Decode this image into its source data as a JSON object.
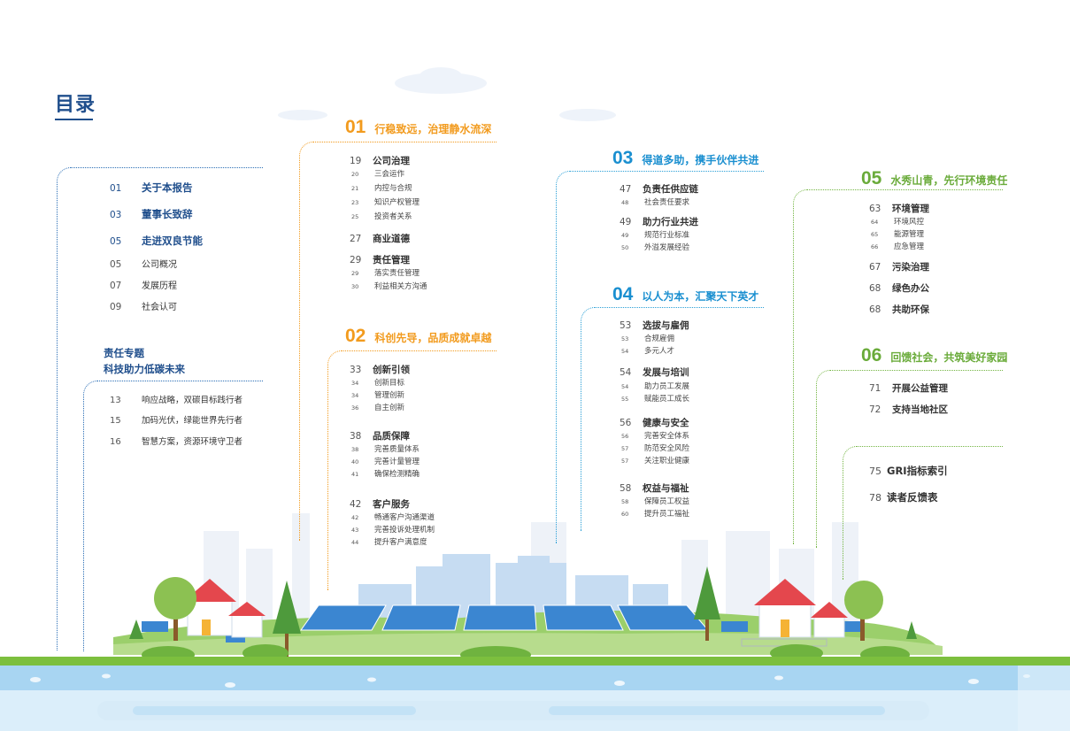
{
  "page": {
    "title": "目录"
  },
  "left": {
    "items": [
      {
        "page": "01",
        "title": "关于本报告",
        "style": "main"
      },
      {
        "page": "03",
        "title": "董事长致辞",
        "style": "main"
      },
      {
        "page": "05",
        "title": "走进双良节能",
        "style": "main"
      },
      {
        "page": "05",
        "title": "公司概况",
        "style": "sub"
      },
      {
        "page": "07",
        "title": "发展历程",
        "style": "sub"
      },
      {
        "page": "09",
        "title": "社会认可",
        "style": "sub"
      }
    ],
    "special_title_1": "责任专题",
    "special_title_2": "科技助力低碳未来",
    "special_items": [
      {
        "page": "13",
        "title": "响应战略，双碳目标践行者"
      },
      {
        "page": "15",
        "title": "加码光伏，绿能世界先行者"
      },
      {
        "page": "16",
        "title": "智慧方案，资源环境守卫者"
      }
    ]
  },
  "sections": [
    {
      "num": "01",
      "title": "行稳致远，治理静水流深",
      "color": "#f29b1e",
      "groups": [
        {
          "page": "19",
          "title": "公司治理",
          "subs": [
            {
              "page": "20",
              "title": "三会运作"
            },
            {
              "page": "21",
              "title": "内控与合规"
            },
            {
              "page": "23",
              "title": "知识产权管理"
            },
            {
              "page": "25",
              "title": "投资者关系"
            }
          ]
        },
        {
          "page": "27",
          "title": "商业道德",
          "subs": []
        },
        {
          "page": "29",
          "title": "责任管理",
          "subs": [
            {
              "page": "29",
              "title": "落实责任管理"
            },
            {
              "page": "30",
              "title": "利益相关方沟通"
            }
          ]
        }
      ]
    },
    {
      "num": "02",
      "title": "科创先导，品质成就卓越",
      "color": "#f29b1e",
      "groups": [
        {
          "page": "33",
          "title": "创新引领",
          "subs": [
            {
              "page": "34",
              "title": "创新目标"
            },
            {
              "page": "34",
              "title": "管理创新"
            },
            {
              "page": "36",
              "title": "自主创新"
            }
          ]
        },
        {
          "page": "38",
          "title": "品质保障",
          "subs": [
            {
              "page": "38",
              "title": "完善质量体系"
            },
            {
              "page": "40",
              "title": "完善计量管理"
            },
            {
              "page": "41",
              "title": "确保检测精确"
            }
          ]
        },
        {
          "page": "42",
          "title": "客户服务",
          "subs": [
            {
              "page": "42",
              "title": "畅通客户沟通渠道"
            },
            {
              "page": "43",
              "title": "完善投诉处理机制"
            },
            {
              "page": "44",
              "title": "提升客户满意度"
            }
          ]
        }
      ]
    },
    {
      "num": "03",
      "title": "得道多助，携手伙伴共进",
      "color": "#1a8fd0",
      "groups": [
        {
          "page": "47",
          "title": "负责任供应链",
          "subs": [
            {
              "page": "48",
              "title": "社会责任要求"
            }
          ]
        },
        {
          "page": "49",
          "title": "助力行业共进",
          "subs": [
            {
              "page": "49",
              "title": "规范行业标准"
            },
            {
              "page": "50",
              "title": "外溢发展经验"
            }
          ]
        }
      ]
    },
    {
      "num": "04",
      "title": "以人为本，汇聚天下英才",
      "color": "#1a8fd0",
      "groups": [
        {
          "page": "53",
          "title": "选拔与雇佣",
          "subs": [
            {
              "page": "53",
              "title": "合规雇佣"
            },
            {
              "page": "54",
              "title": "多元人才"
            }
          ]
        },
        {
          "page": "54",
          "title": "发展与培训",
          "subs": [
            {
              "page": "54",
              "title": "助力员工发展"
            },
            {
              "page": "55",
              "title": "赋能员工成长"
            }
          ]
        },
        {
          "page": "56",
          "title": "健康与安全",
          "subs": [
            {
              "page": "56",
              "title": "完善安全体系"
            },
            {
              "page": "57",
              "title": "防范安全风险"
            },
            {
              "page": "57",
              "title": "关注职业健康"
            }
          ]
        },
        {
          "page": "58",
          "title": "权益与福祉",
          "subs": [
            {
              "page": "58",
              "title": "保障员工权益"
            },
            {
              "page": "60",
              "title": "提升员工福祉"
            }
          ]
        }
      ]
    },
    {
      "num": "05",
      "title": "水秀山青，先行环境责任",
      "color": "#6aab3a",
      "groups": [
        {
          "page": "63",
          "title": "环境管理",
          "subs": [
            {
              "page": "64",
              "title": "环境风控"
            },
            {
              "page": "65",
              "title": "能源管理"
            },
            {
              "page": "66",
              "title": "应急管理"
            }
          ]
        },
        {
          "page": "67",
          "title": "污染治理",
          "subs": []
        },
        {
          "page": "68",
          "title": "绿色办公",
          "subs": []
        },
        {
          "page": "68",
          "title": "共助环保",
          "subs": []
        }
      ]
    },
    {
      "num": "06",
      "title": "回馈社会，共筑美好家园",
      "color": "#6aab3a",
      "groups": [
        {
          "page": "71",
          "title": "开展公益管理",
          "subs": []
        },
        {
          "page": "72",
          "title": "支持当地社区",
          "subs": []
        }
      ]
    }
  ],
  "appendix": [
    {
      "page": "75",
      "title": "GRI指标索引"
    },
    {
      "page": "78",
      "title": "读者反馈表"
    }
  ]
}
